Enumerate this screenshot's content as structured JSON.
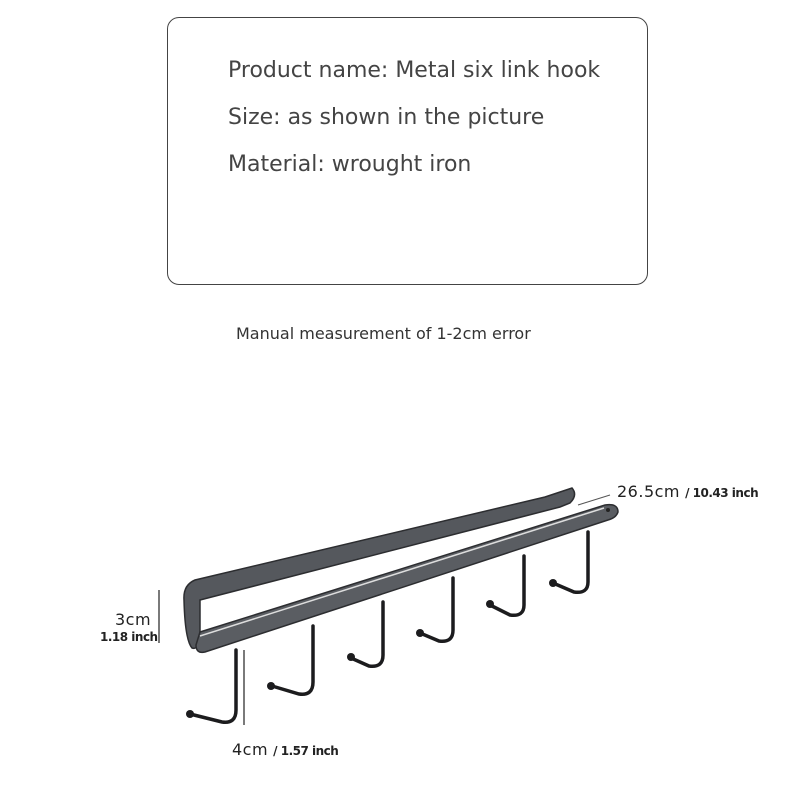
{
  "info_box": {
    "product_name": "Product name: Metal six link hook",
    "size": "Size: as shown in the picture",
    "material": "Material: wrought iron"
  },
  "note": "Manual measurement of 1-2cm error",
  "dimensions": {
    "length_cm": "26.5cm",
    "length_inch": "/ 10.43 inch",
    "height_cm": "3cm",
    "height_inch": "1.18 inch",
    "hook_cm": "4cm",
    "hook_inch": "/ 1.57 inch"
  },
  "product": {
    "hook_count": 6,
    "color": "#4a4d52"
  }
}
